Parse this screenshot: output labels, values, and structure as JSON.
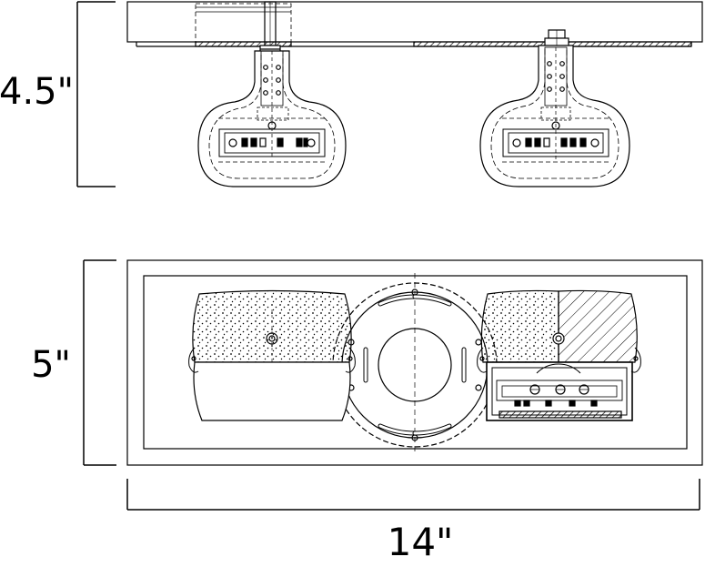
{
  "dimensions": {
    "height_side": "4.5\"",
    "height_top": "5\"",
    "width": "14\""
  },
  "views": {
    "side": {
      "fixture_count": 2
    },
    "top": {
      "fixture_count": 2,
      "shade_finish_left": "stippled",
      "shade_finish_right": "stippled-hatched-cutaway"
    }
  },
  "colors": {
    "line": "#000000",
    "background": "#ffffff"
  }
}
